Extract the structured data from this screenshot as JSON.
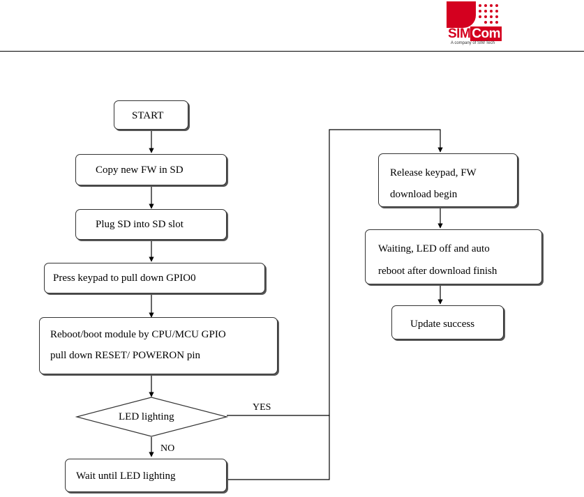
{
  "logo": {
    "brand_sim": "SIM",
    "brand_com": "Com",
    "tagline": "A company of SIM Tech"
  },
  "flow": {
    "start": "START",
    "copy_fw": "Copy new FW in SD",
    "plug_sd": "Plug SD into SD slot",
    "press_keypad": "Press keypad to pull down GPIO0",
    "reboot_line1": "Reboot/boot module by CPU/MCU GPIO",
    "reboot_line2": "pull down RESET/ POWERON pin",
    "led_decision": "LED  lighting",
    "yes": "YES",
    "no": "NO",
    "wait_led": "Wait until LED lighting",
    "release_line1": "Release keypad, FW",
    "release_line2": "download begin",
    "waiting_line1": "Waiting,  LED  off  and  auto",
    "waiting_line2": "reboot after download finish",
    "update_success": "Update success"
  }
}
